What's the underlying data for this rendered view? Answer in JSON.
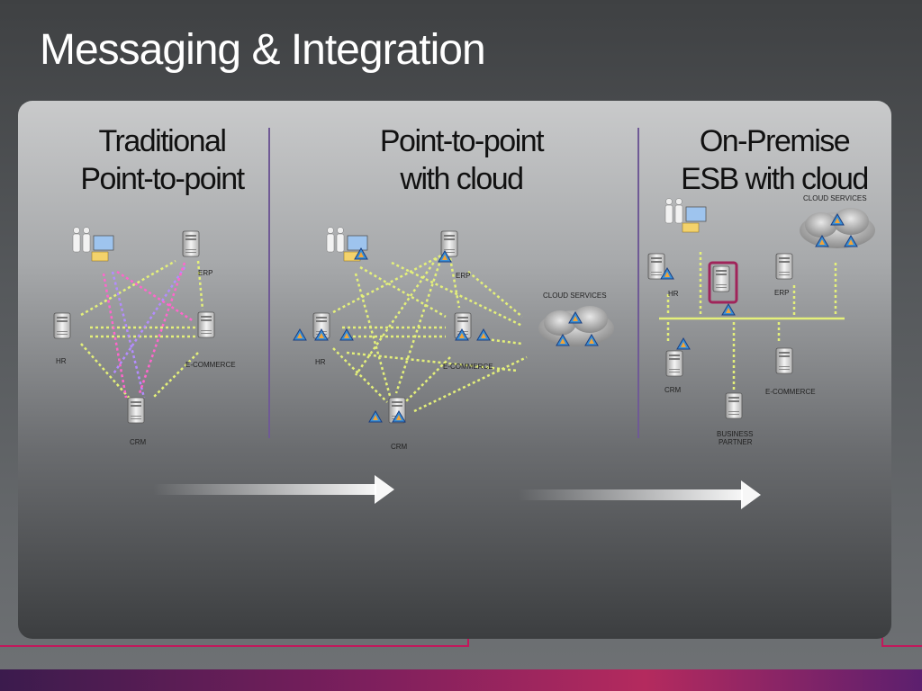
{
  "slide": {
    "title": "Messaging & Integration"
  },
  "columns": [
    {
      "title_line1": "Traditional",
      "title_line2": "Point-to-point"
    },
    {
      "title_line1": "Point-to-point",
      "title_line2": "with cloud"
    },
    {
      "title_line1": "On-Premise",
      "title_line2": "ESB with cloud"
    }
  ],
  "labels": {
    "erp": "ERP",
    "hr": "HR",
    "ecommerce": "E-COMMERCE",
    "crm": "CRM",
    "cloud": "CLOUD SERVICES",
    "business_partner_1": "BUSINESS",
    "business_partner_2": "PARTNER"
  },
  "colors": {
    "accent_line": "#c2185b",
    "divider": "#6f5a95",
    "dotted_yellow": "#e4f07a",
    "dotted_pink": "#ff66cc",
    "dotted_violet": "#b48cff"
  }
}
